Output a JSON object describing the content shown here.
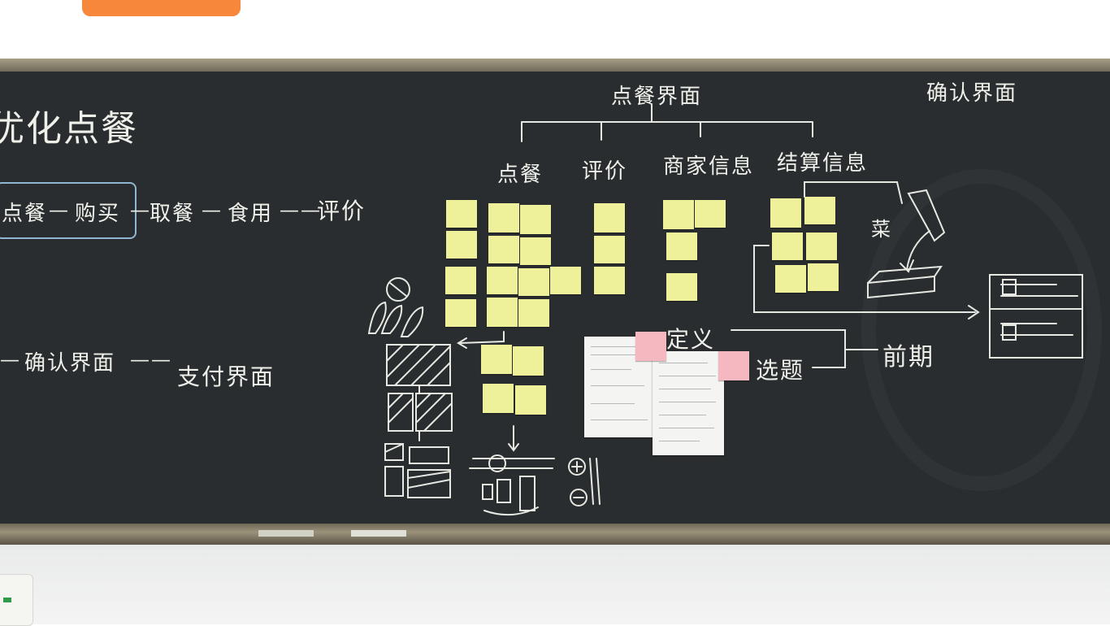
{
  "board": {
    "title": "优化点餐",
    "flow_items": [
      "点餐",
      "购买",
      "取餐",
      "食用",
      "评价"
    ],
    "flow2_items": [
      "确认界面",
      "支付界面"
    ],
    "tree_root": "点餐界面",
    "tree_children": [
      "点餐",
      "评价",
      "商家信息",
      "结算信息"
    ],
    "confirm_label": "确认界面",
    "drink_label": "菜",
    "definition_label": "定义",
    "topic_label": "选题",
    "early_stage_label": "前期"
  }
}
